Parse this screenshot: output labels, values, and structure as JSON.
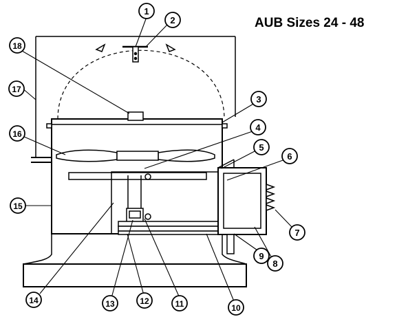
{
  "title": "AUB Sizes 24 - 48",
  "callouts": [
    "1",
    "2",
    "3",
    "4",
    "5",
    "6",
    "7",
    "8",
    "9",
    "10",
    "11",
    "12",
    "13",
    "14",
    "15",
    "16",
    "17",
    "18"
  ]
}
